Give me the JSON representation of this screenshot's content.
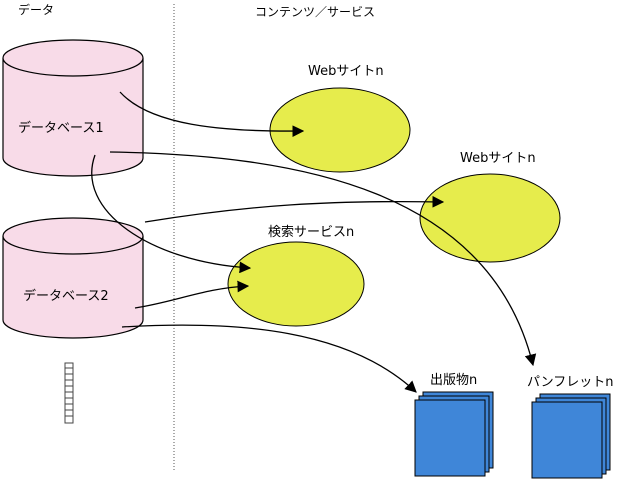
{
  "headers": {
    "left": "データ",
    "right": "コンテンツ／サービス"
  },
  "databases": [
    {
      "label": "データベース1"
    },
    {
      "label": "データベース2"
    }
  ],
  "services": [
    {
      "label": "Webサイトn"
    },
    {
      "label": "Webサイトn"
    },
    {
      "label": "検索サービスn"
    }
  ],
  "documents": [
    {
      "label": "出版物n"
    },
    {
      "label": "パンフレットn"
    }
  ],
  "colors": {
    "database_fill": "#f8dbe8",
    "service_fill": "#e6ec4c",
    "document_fill": "#3f86d8",
    "line": "#000000"
  }
}
